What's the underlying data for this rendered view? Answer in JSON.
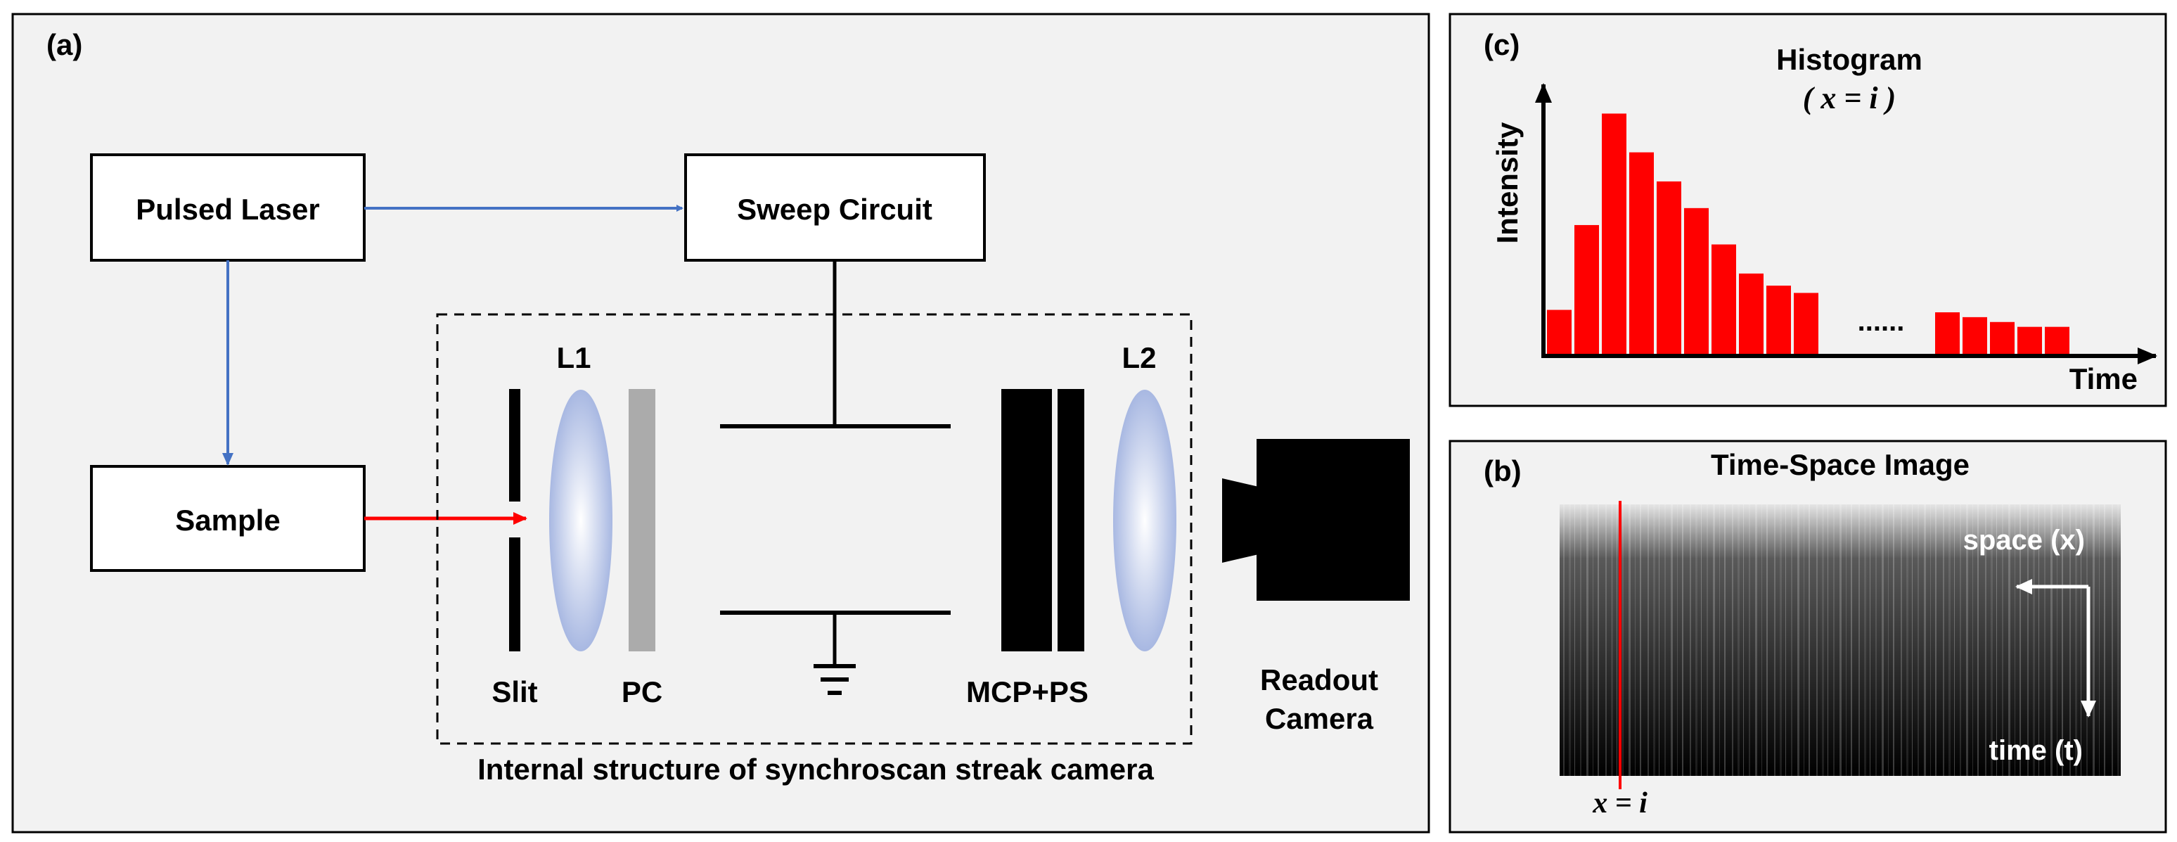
{
  "panel_a": {
    "label": "(a)",
    "pulsed_laser": "Pulsed Laser",
    "sweep_circuit": "Sweep Circuit",
    "sample": "Sample",
    "lens1": "L1",
    "lens2": "L2",
    "slit": "Slit",
    "pc": "PC",
    "mcp_ps": "MCP+PS",
    "readout_line1": "Readout",
    "readout_line2": "Camera",
    "caption": "Internal structure of synchroscan streak camera"
  },
  "panel_c": {
    "label": "(c)",
    "title": "Histogram",
    "subtitle": "( x = i )",
    "ylabel": "Intensity",
    "xlabel": "Time",
    "ellipsis": "......",
    "colors": {
      "bars": "#ff0000",
      "axis": "#000000"
    }
  },
  "chart_data": {
    "type": "bar",
    "title": "Histogram",
    "subtitle": "( x = i )",
    "xlabel": "Time",
    "ylabel": "Intensity",
    "series": [
      {
        "values": [
          0.19,
          0.54,
          1.0,
          0.84,
          0.72,
          0.61,
          0.46,
          0.34,
          0.29,
          0.26
        ]
      },
      {
        "values": [
          0.18,
          0.16,
          0.14,
          0.12,
          0.12
        ]
      }
    ],
    "ylim": [
      0,
      1.1
    ],
    "grid": false
  },
  "panel_b": {
    "label": "(b)",
    "title": "Time-Space Image",
    "space_label": "space (x)",
    "time_label": "time (t)",
    "marker_label": "x = i",
    "colors": {
      "marker": "#ff0000",
      "background": "#000000"
    }
  },
  "colors": {
    "laser_path": "#4472c4",
    "emission_path": "#ff0000",
    "panel_bg": "#f2f2f2"
  }
}
